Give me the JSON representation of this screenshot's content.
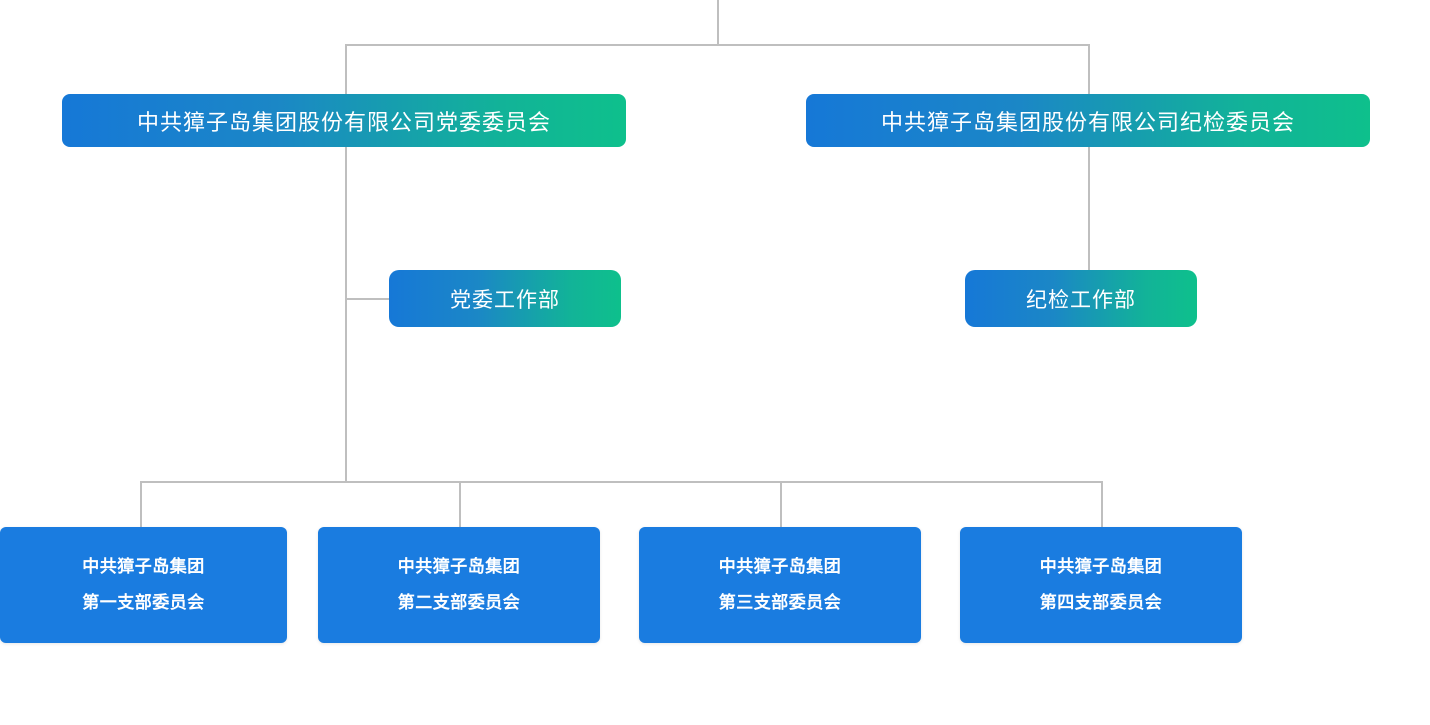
{
  "chart": {
    "type": "org-chart",
    "background_color": "#ffffff",
    "connector_color": "#bfbfbf",
    "gradient_start": "#1678d7",
    "gradient_end": "#0ec08c",
    "solid_color": "#1a7ce0",
    "text_color": "#ffffff"
  },
  "levels": {
    "level1": [
      {
        "id": "party-committee",
        "label": "中共獐子岛集团股份有限公司党委委员会",
        "style": "gradient"
      },
      {
        "id": "discipline-committee",
        "label": "中共獐子岛集团股份有限公司纪检委员会",
        "style": "gradient"
      }
    ],
    "level2": [
      {
        "id": "party-work-dept",
        "label": "党委工作部",
        "style": "gradient",
        "parent": "party-committee"
      },
      {
        "id": "discipline-work-dept",
        "label": "纪检工作部",
        "style": "gradient",
        "parent": "discipline-committee"
      }
    ],
    "level3": [
      {
        "id": "branch-1",
        "line1": "中共獐子岛集团",
        "line2": "第一支部委员会",
        "style": "solid",
        "parent": "party-committee"
      },
      {
        "id": "branch-2",
        "line1": "中共獐子岛集团",
        "line2": "第二支部委员会",
        "style": "solid",
        "parent": "party-committee"
      },
      {
        "id": "branch-3",
        "line1": "中共獐子岛集团",
        "line2": "第三支部委员会",
        "style": "solid",
        "parent": "party-committee"
      },
      {
        "id": "branch-4",
        "line1": "中共獐子岛集团",
        "line2": "第四支部委员会",
        "style": "solid",
        "parent": "party-committee"
      }
    ]
  }
}
